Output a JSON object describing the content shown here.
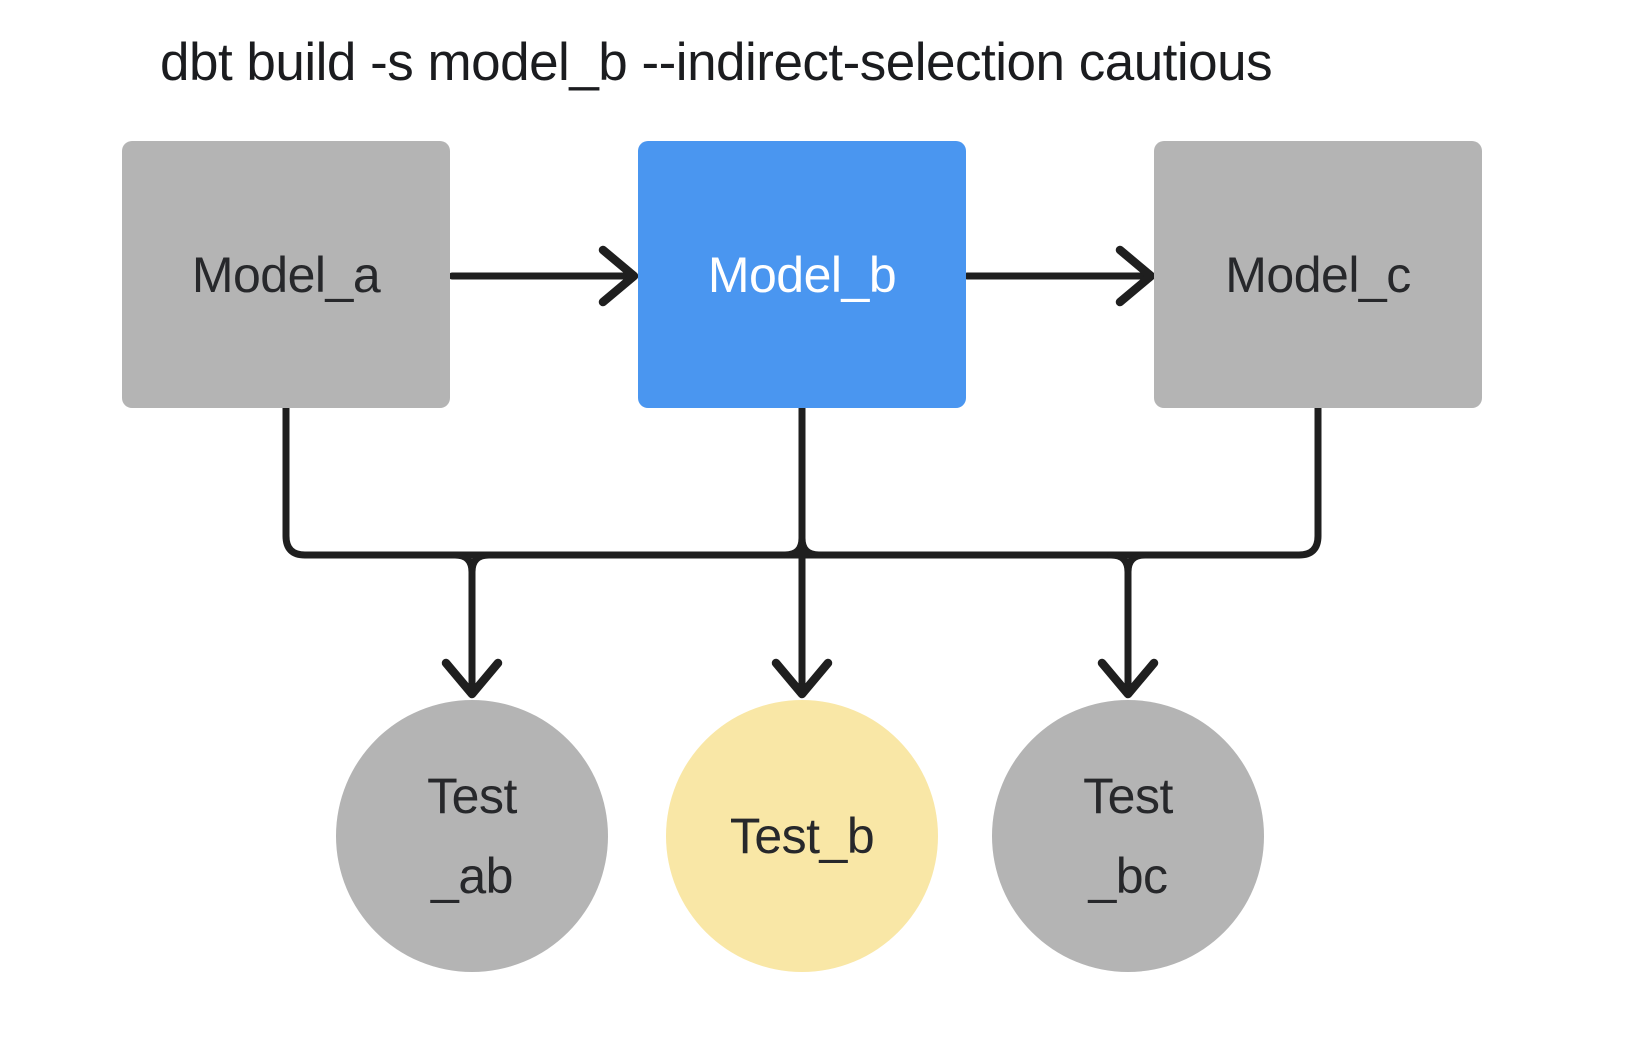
{
  "title": "dbt build -s model_b --indirect-selection cautious",
  "colors": {
    "background": "#ffffff",
    "node_gray": "#b4b4b4",
    "selected_model_blue": "#4a96f0",
    "selected_test_yellow": "#f9e7a6",
    "edge_black": "#1f1f1f",
    "text_dark": "#27282b",
    "text_light": "#ffffff"
  },
  "models": [
    {
      "id": "model_a",
      "label": "Model_a",
      "selected": false
    },
    {
      "id": "model_b",
      "label": "Model_b",
      "selected": true
    },
    {
      "id": "model_c",
      "label": "Model_c",
      "selected": false
    }
  ],
  "tests": [
    {
      "id": "test_ab",
      "label_lines": [
        "Test",
        "_ab"
      ],
      "selected": false
    },
    {
      "id": "test_b",
      "label_lines": [
        "Test_b"
      ],
      "selected": true
    },
    {
      "id": "test_bc",
      "label_lines": [
        "Test",
        "_bc"
      ],
      "selected": false
    }
  ],
  "edges": [
    {
      "from": "model_a",
      "to": "model_b"
    },
    {
      "from": "model_b",
      "to": "model_c"
    },
    {
      "from": "model_a",
      "to": "test_ab"
    },
    {
      "from": "model_b",
      "to": "test_ab"
    },
    {
      "from": "model_b",
      "to": "test_b"
    },
    {
      "from": "model_b",
      "to": "test_bc"
    },
    {
      "from": "model_c",
      "to": "test_bc"
    }
  ]
}
